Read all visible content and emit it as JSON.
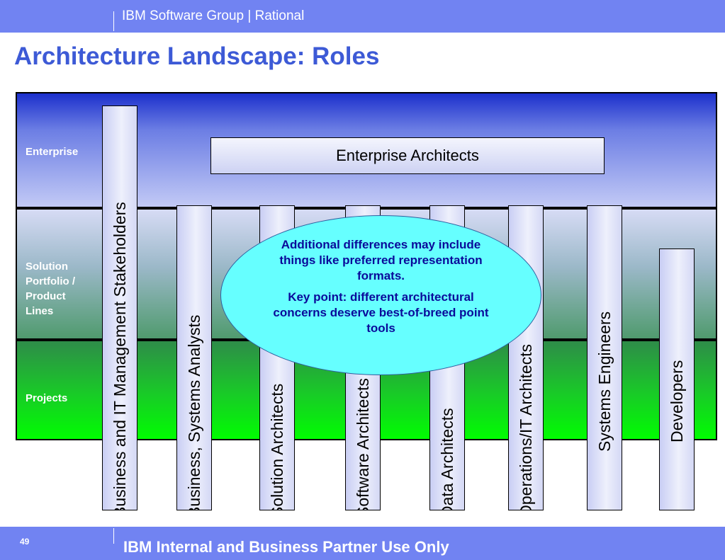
{
  "header": {
    "text": "IBM Software Group | Rational"
  },
  "title": "Architecture Landscape: Roles",
  "levels": [
    {
      "id": "enterprise",
      "label": "Enterprise"
    },
    {
      "id": "solution",
      "label": "Solution\nPortfolio /\nProduct\nLines"
    },
    {
      "id": "projects",
      "label": "Projects"
    }
  ],
  "enterprise_box": "Enterprise Architects",
  "roles": [
    "Business and IT Management Stakeholders",
    "Business, Systems Analysts",
    "Solution Architects",
    "Software Architects",
    "Data Architects",
    "Operations/IT Architects",
    "Systems Engineers",
    "Developers"
  ],
  "callout": {
    "line1": "Additional differences may include things like preferred representation formats.",
    "line2": "Key point: different architectural concerns deserve best-of-breed point tools"
  },
  "footer": {
    "page": "49",
    "text": "IBM Internal and Business Partner Use Only"
  }
}
